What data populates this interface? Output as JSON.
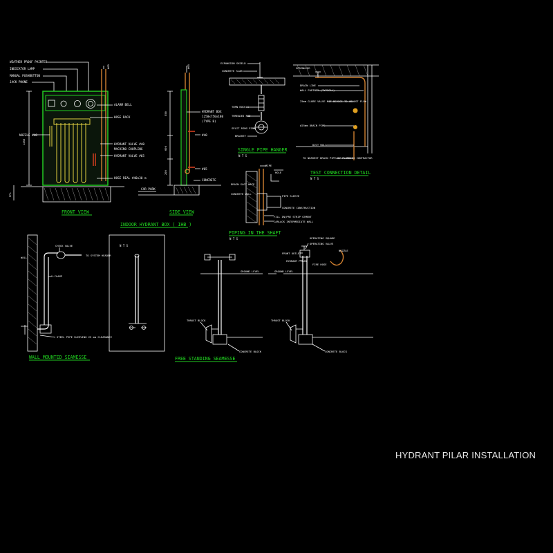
{
  "sheet_title": "HYDRANT PILAR INSTALLATION",
  "front_view": {
    "title": "FRONT VIEW",
    "callouts": [
      "WEATHER PROOF PAINTED",
      "INDICATOR LAMP",
      "MANUAL PUSHBUTTON",
      "JACK PHONE",
      "ALARM BELL",
      "HOSE RACK",
      "NOZZLE #40",
      "HYDRANT VALVE #40",
      "MACHINO COUPLING",
      "HYDRANT VALVE #65",
      "HOSE REAL #40x30 m"
    ],
    "pipe_label": "#65",
    "height_dim": "1250",
    "floor_dim": "FFL"
  },
  "side_view": {
    "title": "SIDE VIEW",
    "callouts": [
      "HYDRANT BOX",
      "1250x750x180",
      "(TYPE B)",
      "#40",
      "#65",
      "CONCRETE",
      "CAR PARK"
    ],
    "pipe_label": "#65",
    "dims": [
      "550",
      "600",
      "200"
    ]
  },
  "box_title": "INDOOR HYDRANT BOX ( IHB )",
  "single_pipe_hanger": {
    "title": "SINGLE PIPE HANGER",
    "nts": "N T S",
    "callouts": [
      "EXPANSION SHIELD",
      "CONCRETE SLAB",
      "TURN BUCKLE",
      "THREADED ROD",
      "SPLIT RING PIPE",
      "BRACKET"
    ]
  },
  "test_connection": {
    "title": "TEST CONNECTION DETAIL",
    "nts": "N T S",
    "callouts": [
      "SPRINKLER",
      "DRAIN LINE",
      "WALL PARTNER (TYPICAL)",
      "25mm GLOBE VALVE NOT DEVICE TO ADJUST FLOW",
      "#25mm DRAIN PIPE",
      "DUCT WALL",
      "TO NEAREST DRAIN PIPE BY PLUMBING CONTRACTOR"
    ]
  },
  "piping_shaft": {
    "title": "PIPING IN THE SHAFT",
    "nts": "N T S",
    "callouts": [
      "PIPE",
      "HOLE",
      "DRAIN SLOT WATP",
      "CONCRETE WALL",
      "PIPE SLEEVE",
      "CONCRETE CONSTRUCTION",
      "FILL IN/PRE STRIP CEMENT",
      "CARLACK INTERMEDIATE WALL"
    ]
  },
  "wall_siamese": {
    "title": "WALL MOUNTED SIAMESSE",
    "callouts": [
      "CHECK VALVE",
      "TO SYSTEM HEADER",
      "WALL",
      "U-CLAMP",
      "STEEL PIPE SLEEVING 25 mm CLEARANCE"
    ]
  },
  "nts_panel": "N T S",
  "free_standing": {
    "title": "FREE STANDING SEAMESSE",
    "callouts": [
      "GROUND LEVEL",
      "THRUST BLOCK",
      "CONCRETE BLOCK"
    ]
  },
  "hydrant_pillar": {
    "callouts": [
      "OPERATING SQUARE",
      "OPERATING VALVE",
      "NOZZLE",
      "FRONT OUTLET",
      "HYDRANT PILAR",
      "FIRE HOSE",
      "GROUND LEVEL",
      "THRUST BLOCK",
      "CONCRETE BLOCK"
    ]
  },
  "colors": {
    "background": "#000000",
    "line": "#ffffff",
    "title": "#22dd22",
    "box": "#22cc22",
    "hose": "#e0d040",
    "pipe": "#e04020"
  }
}
